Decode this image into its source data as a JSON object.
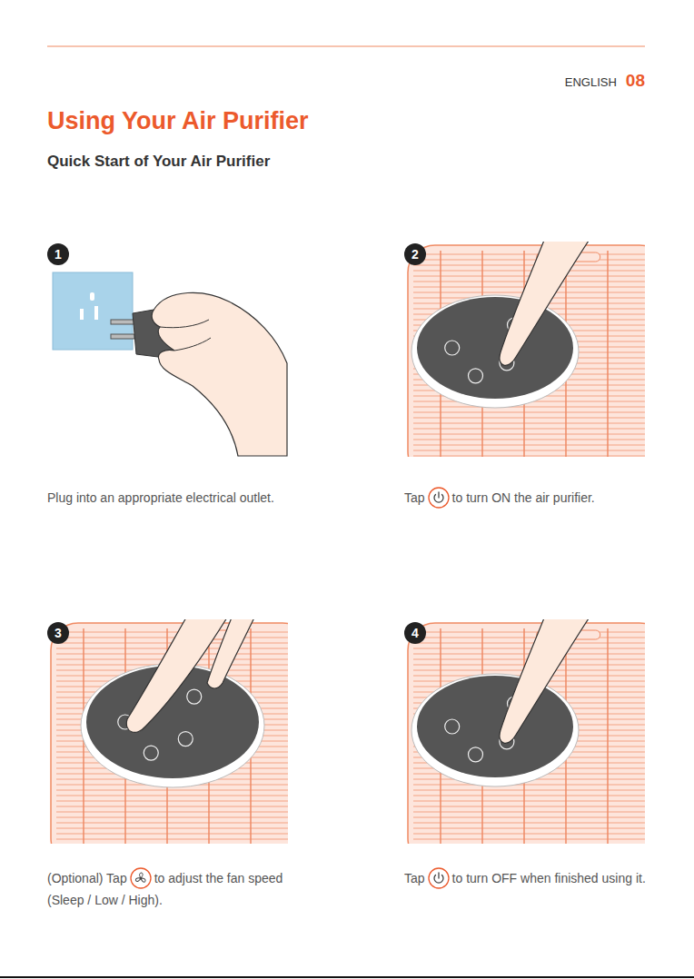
{
  "diagram": {
    "title": "Using Your Air Purifier",
    "nodes": [
      {
        "text": [
          "1"
        ]
      },
      {
        "text": [
          "2"
        ]
      },
      {
        "text": [
          "3"
        ]
      },
      {
        "text": [
          "4"
        ]
      }
    ],
    "labels": [
      "ENGLISH",
      "08",
      "Quick Start of Your Air Purifier",
      "Plug into an appropriate electrical outlet.",
      "Tap",
      "to turn ON the air purifier.",
      "(Optional) Tap",
      "to adjust the fan speed (Sleep / Low / High).",
      "Tap",
      "to turn OFF when finished using it."
    ]
  }
}
